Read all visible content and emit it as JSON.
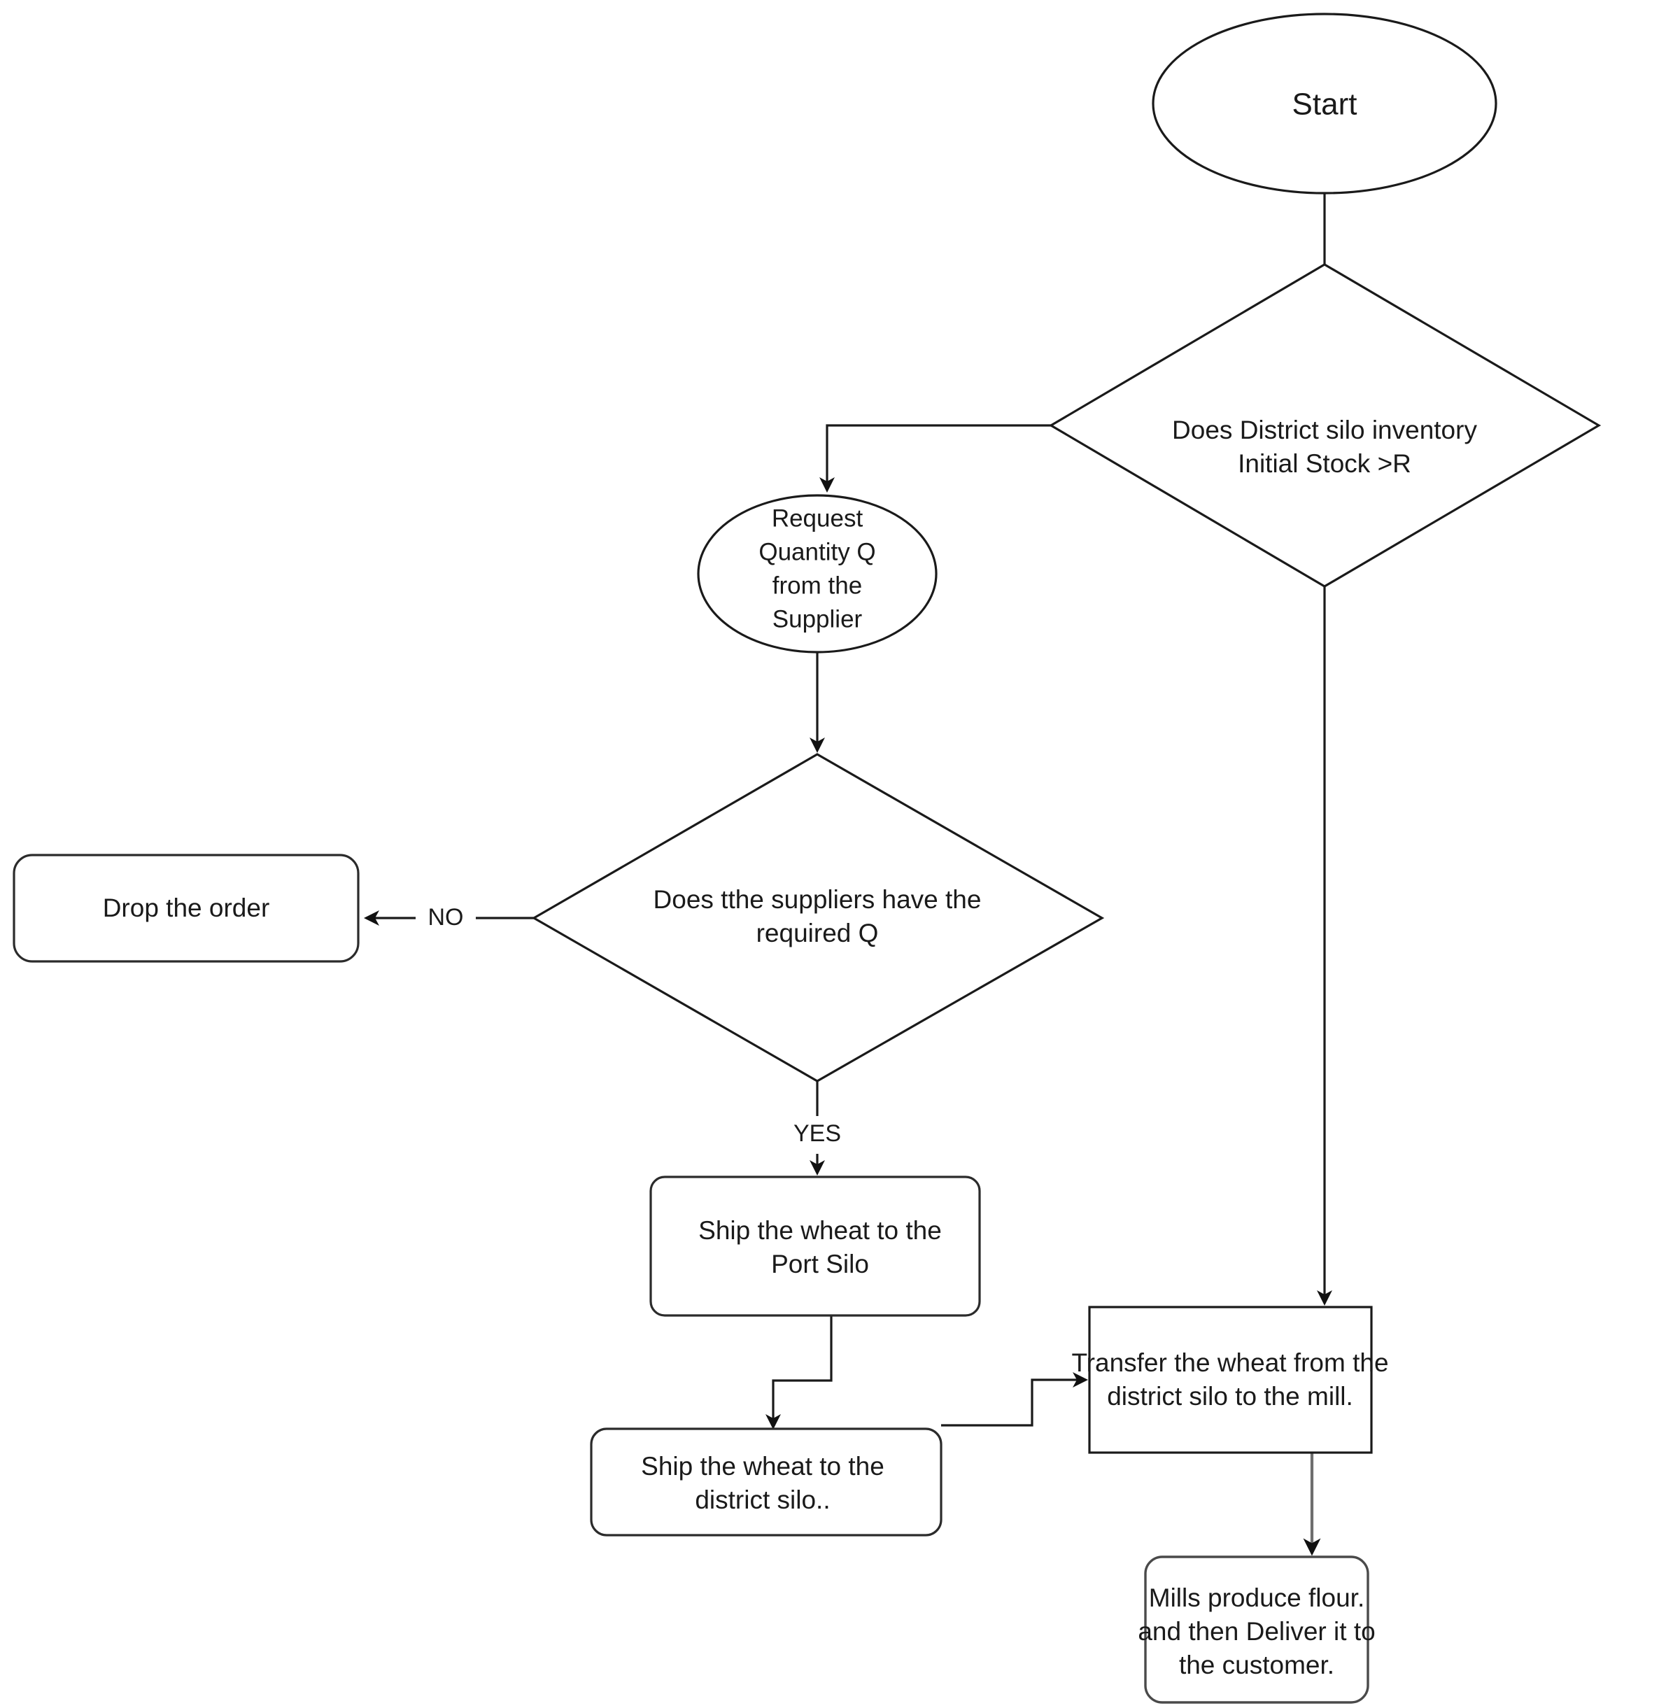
{
  "diagram": {
    "title": "Wheat Supply Chain Process Flowchart",
    "type": "flowchart",
    "background_color": "#ffffff",
    "line_color": "#1a1a1a",
    "gray_line_color": "#6e6e6e",
    "text_color": "#1a1a1a"
  },
  "nodes": {
    "start": {
      "shape": "ellipse",
      "label": "Start"
    },
    "decision_district_stock": {
      "shape": "diamond",
      "line1": "Does District silo inventory",
      "line2": "Initial Stock >R"
    },
    "request_quantity": {
      "shape": "ellipse",
      "line1": "Request",
      "line2": "Quantity Q",
      "line3": "from the",
      "line4": "Supplier"
    },
    "decision_supplier_has_q": {
      "shape": "diamond",
      "line1": "Does tthe suppliers have the",
      "line2": "required Q"
    },
    "drop_order": {
      "shape": "rounded-rect",
      "label": "Drop the order"
    },
    "ship_port_silo": {
      "shape": "rounded-rect",
      "line1": "Ship the wheat to the",
      "line2": "Port Silo"
    },
    "ship_district_silo": {
      "shape": "rounded-rect",
      "line1": "Ship the wheat to the",
      "line2": "district silo.."
    },
    "transfer_to_mill": {
      "shape": "rect",
      "line1": "Transfer the wheat from the",
      "line2": "district silo to the mill."
    },
    "mills_produce_flour": {
      "shape": "rounded-rect",
      "line1": "Mills produce flour.",
      "line2": "and then Deliver it to",
      "line3": "the customer."
    }
  },
  "edge_labels": {
    "no": "NO",
    "yes": "YES"
  }
}
